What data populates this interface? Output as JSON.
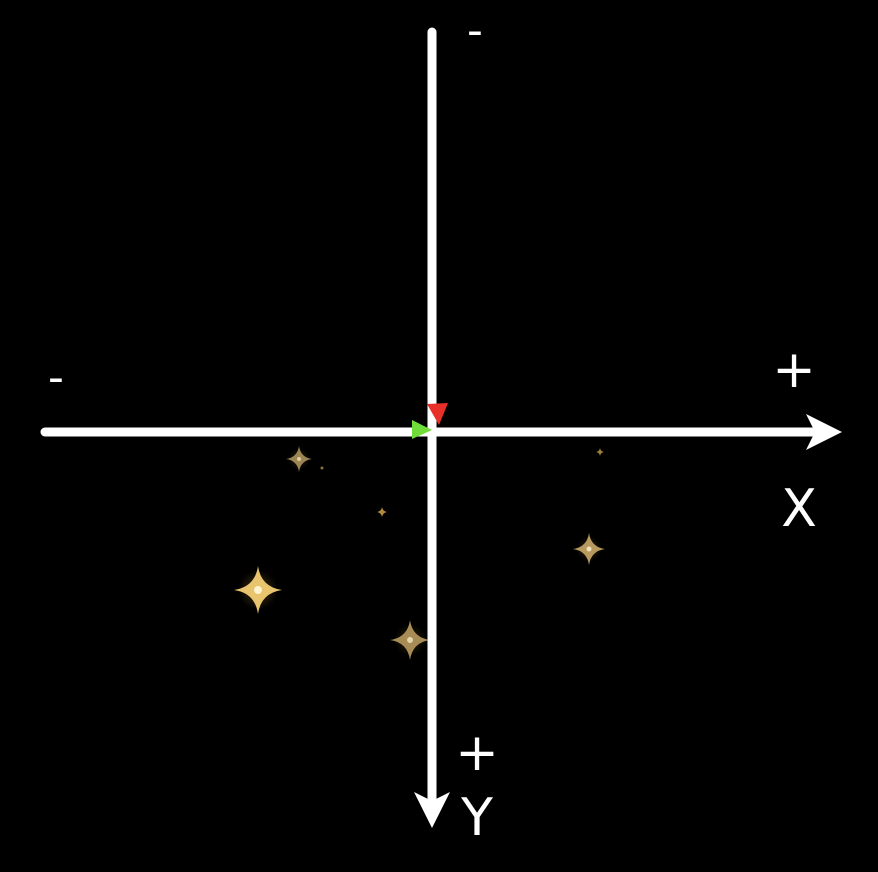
{
  "colors": {
    "background": "#000000",
    "axis": "#ffffff",
    "marker_red": "#e8302a",
    "marker_green": "#6fdc3a",
    "sparkle_core": "#f4e2a6",
    "sparkle_glow": "#c99a3a"
  },
  "x_axis": {
    "name": "X",
    "negative_sign": "-",
    "positive_sign": "+"
  },
  "y_axis": {
    "name": "Y",
    "negative_sign": "-",
    "positive_sign": "+"
  },
  "origin_markers": [
    "red-triangle",
    "green-triangle"
  ],
  "decorations": "sparkle-stars"
}
